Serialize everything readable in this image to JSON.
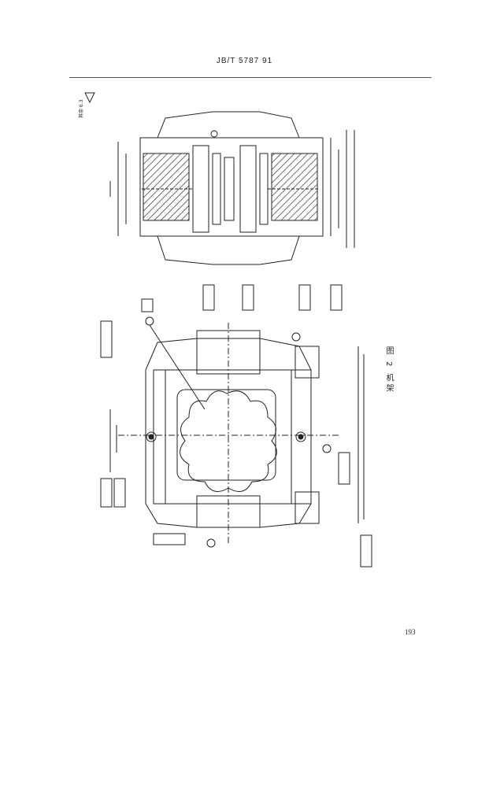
{
  "header": {
    "standard_code": "JB/T 5787  91"
  },
  "figure": {
    "caption": "图 2  机架",
    "note_roughness": "其余 6.3"
  },
  "page": {
    "number": "193"
  }
}
